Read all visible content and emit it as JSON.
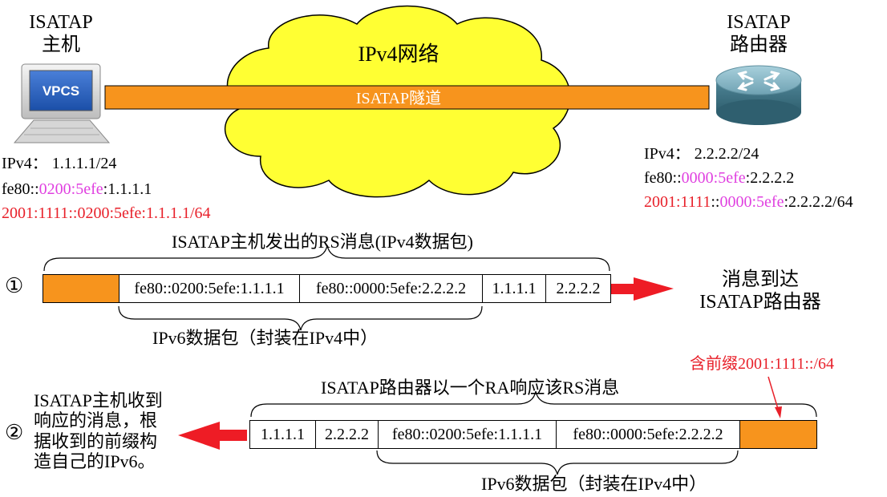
{
  "colors": {
    "orange": "#f7941d",
    "cloud": "#ffff33",
    "magenta": "#e040e0",
    "red": "#e8202a",
    "arrow_red": "#ee1c25"
  },
  "host": {
    "title_line1": "ISATAP",
    "title_line2": "主机",
    "screen_text": "VPCS",
    "ipv4": "IPv4：  1.1.1.1/24",
    "ll_prefix": "fe80::",
    "ll_iid": "0200:5efe",
    "ll_v4": ":1.1.1.1",
    "global": "2001:1111::0200:5efe:1.1.1.1/64"
  },
  "router": {
    "title_line1": "ISATAP",
    "title_line2": "路由器",
    "ipv4": "IPv4：  2.2.2.2/24",
    "ll_prefix": "fe80::",
    "ll_iid": "0000:5efe",
    "ll_v4": ":2.2.2.2",
    "global_prefix": "2001:1111",
    "global_sep": "::",
    "global_iid": "0000:5efe",
    "global_v4": ":2.2.2.2/64"
  },
  "network": {
    "cloud_label": "IPv4网络",
    "tunnel_label": "ISATAP隧道"
  },
  "step1": {
    "marker": "①",
    "top_label": "ISATAP主机发出的RS消息(IPv4数据包)",
    "cells": [
      "",
      "fe80::0200:5efe:1.1.1.1",
      "fe80::0000:5efe:2.2.2.2",
      "1.1.1.1",
      "2.2.2.2"
    ],
    "bottom_label": "IPv6数据包（封装在IPv4中）",
    "result_line1": "消息到达",
    "result_line2": "ISATAP路由器"
  },
  "step2": {
    "marker": "②",
    "prefix_note": "含前缀2001:1111::/64",
    "top_label": "ISATAP路由器以一个RA响应该RS消息",
    "cells": [
      "1.1.1.1",
      "2.2.2.2",
      "fe80::0200:5efe:1.1.1.1",
      "fe80::0000:5efe:2.2.2.2",
      ""
    ],
    "bottom_label": "IPv6数据包（封装在IPv4中）",
    "result_line1": "ISATAP主机收到",
    "result_line2": "响应的消息，根",
    "result_line3": "据收到的前缀构",
    "result_line4": "造自己的IPv6。"
  }
}
